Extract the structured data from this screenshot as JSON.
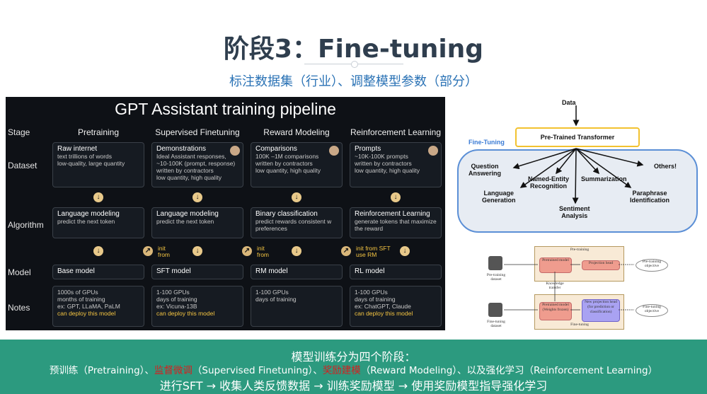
{
  "title": "阶段3：Fine-tuning",
  "subtitle": "标注数据集（行业）、调整模型参数（部分）",
  "pipeline": {
    "title": "GPT Assistant training pipeline",
    "row_labels": [
      "Stage",
      "Dataset",
      "Algorithm",
      "Model",
      "Notes"
    ],
    "columns": [
      {
        "stage": "Pretraining",
        "dataset_head": "Raw internet",
        "dataset_body": "text trillions of words\nlow-quality, large quantity",
        "algo_head": "Language modeling",
        "algo_body": "predict the next token",
        "model": "Base model",
        "notes_body": "1000s of GPUs\nmonths of training\nex: GPT, LLaMA, PaLM",
        "notes_deploy": "can deploy this model"
      },
      {
        "stage": "Supervised Finetuning",
        "dataset_head": "Demonstrations",
        "dataset_body": "Ideal Assistant responses,\n~10-100K (prompt, response)\nwritten by contractors\nlow quantity, high quality",
        "algo_head": "Language modeling",
        "algo_body": "predict the next token",
        "init": "init\nfrom",
        "model": "SFT model",
        "notes_body": "1-100 GPUs\ndays of training\nex: Vicuna-13B",
        "notes_deploy": "can deploy this model"
      },
      {
        "stage": "Reward Modeling",
        "dataset_head": "Comparisons",
        "dataset_body": "100K –1M comparisons\nwritten by contractors\nlow quantity, high quality",
        "algo_head": "Binary classification",
        "algo_body": "predict rewards consistent w\npreferences",
        "init": "init\nfrom",
        "model": "RM model",
        "notes_body": "1-100 GPUs\ndays of training",
        "notes_deploy": ""
      },
      {
        "stage": "Reinforcement Learning",
        "dataset_head": "Prompts",
        "dataset_body": "~10K-100K prompts\nwritten by contractors\nlow quantity, high quality",
        "algo_head": "Reinforcement Learning",
        "algo_body": "generate tokens that maximize\nthe reward",
        "init": "init from SFT\nuse RM",
        "model": "RL model",
        "notes_body": "1-100 GPUs\ndays of training\nex: ChatGPT, Claude",
        "notes_deploy": "can deploy this model"
      }
    ]
  },
  "finetune_diagram": {
    "data": "Data",
    "pretrained": "Pre-Trained Transformer",
    "label": "Fine-Tuning",
    "tasks": [
      "Question\nAnswering",
      "Named-Entity\nRecognition",
      "Summarization",
      "Others!",
      "Language\nGeneration",
      "Sentiment\nAnalysis",
      "Paraphrase\nIdentification"
    ]
  },
  "kd_diagram": {
    "pretraining": "Pre-training",
    "pretrained_model": "Pretrained\nmodel",
    "projection_head": "Projection head",
    "pretraining_objective": "Pre-training\nobjective",
    "pretraining_dataset": "Pre-training\ndataset",
    "knowledge_transfer": "Knowledge\ntransfer",
    "pretrained_frozen": "Pretrained\nmodel\n(Weights frozen)",
    "new_head": "New projection\nhead\n(for prediction or\nclassification)",
    "finetuning_objective": "Fine-tuning\nobjective",
    "finetuning_dataset": "Fine-tuning\ndataset",
    "finetuning": "Fine-tuning"
  },
  "footer": {
    "line1": "模型训练分为四个阶段：",
    "line2_a": "预训练（Pretraining）、",
    "line2_b": "监督微调",
    "line2_c": "（Supervised Finetuning）、",
    "line2_d": "奖励建模",
    "line2_e": "（Reward Modeling）、以及强化学习（Reinforcement Learning）",
    "line3": "进行SFT → 收集人类反馈数据 → 训练奖励模型 → 使用奖励模型指导强化学习"
  }
}
